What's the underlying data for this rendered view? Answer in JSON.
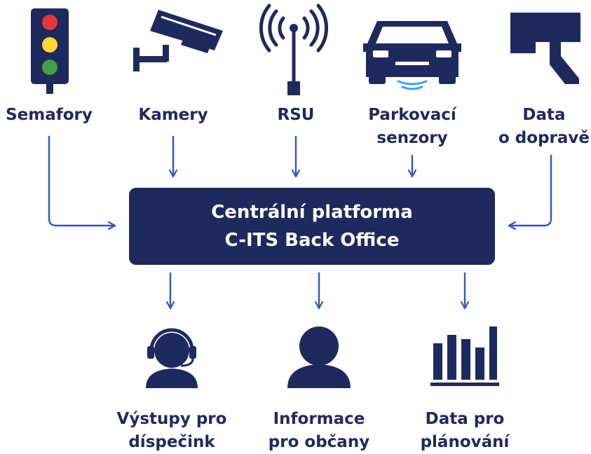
{
  "colors": {
    "navy": "#1e2a5e",
    "arrow": "#2f55c6",
    "light_red": "#e53935",
    "light_yellow": "#fdd835",
    "light_green": "#43a047",
    "sensor_wave": "#3aa0ff"
  },
  "inputs": [
    {
      "icon": "traffic-light-icon",
      "line1": "Semafory",
      "line2": ""
    },
    {
      "icon": "camera-icon",
      "line1": "Kamery",
      "line2": ""
    },
    {
      "icon": "antenna-icon",
      "line1": "RSU",
      "line2": ""
    },
    {
      "icon": "car-sensor-icon",
      "line1": "Parkovací",
      "line2": "senzory"
    },
    {
      "icon": "traffic-data-icon",
      "line1": "Data",
      "line2": "o dopravě"
    }
  ],
  "center": {
    "line1": "Centrální platforma",
    "line2": "C-ITS Back Office"
  },
  "outputs": [
    {
      "icon": "headset-operator-icon",
      "line1": "Výstupy pro",
      "line2": "díspečink"
    },
    {
      "icon": "person-icon",
      "line1": "Informace",
      "line2": "pro občany"
    },
    {
      "icon": "bar-chart-icon",
      "line1": "Data pro",
      "line2": "plánování"
    }
  ]
}
